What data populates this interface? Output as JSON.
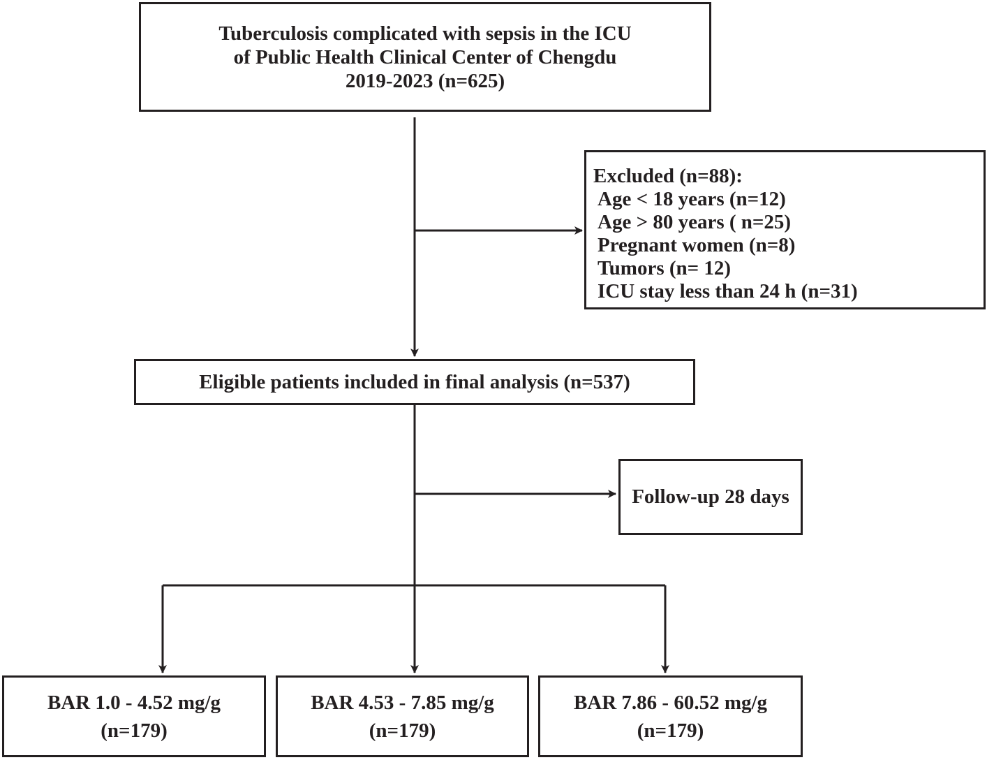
{
  "flowchart": {
    "top": {
      "lines": [
        "Tuberculosis complicated with sepsis in the ICU",
        "of Public Health Clinical Center of Chengdu",
        "2019-2023 (n=625)"
      ]
    },
    "excluded": {
      "heading": "Excluded (n=88):",
      "items": [
        "Age < 18 years (n=12)",
        "Age > 80 years ( n=25)",
        "Pregnant women (n=8)",
        "Tumors (n= 12)",
        "ICU stay less than 24 h (n=31)"
      ]
    },
    "eligible": {
      "label": "Eligible patients included in final analysis (n=537)"
    },
    "followup": {
      "label": "Follow-up 28 days"
    },
    "groups": [
      {
        "range": "BAR 1.0 - 4.52 mg/g",
        "n": "(n=179)"
      },
      {
        "range": "BAR 4.53 - 7.85 mg/g",
        "n": "(n=179)"
      },
      {
        "range": "BAR 7.86 - 60.52 mg/g",
        "n": "(n=179)"
      }
    ]
  },
  "colors": {
    "stroke": "#231f20",
    "background": "#ffffff"
  }
}
